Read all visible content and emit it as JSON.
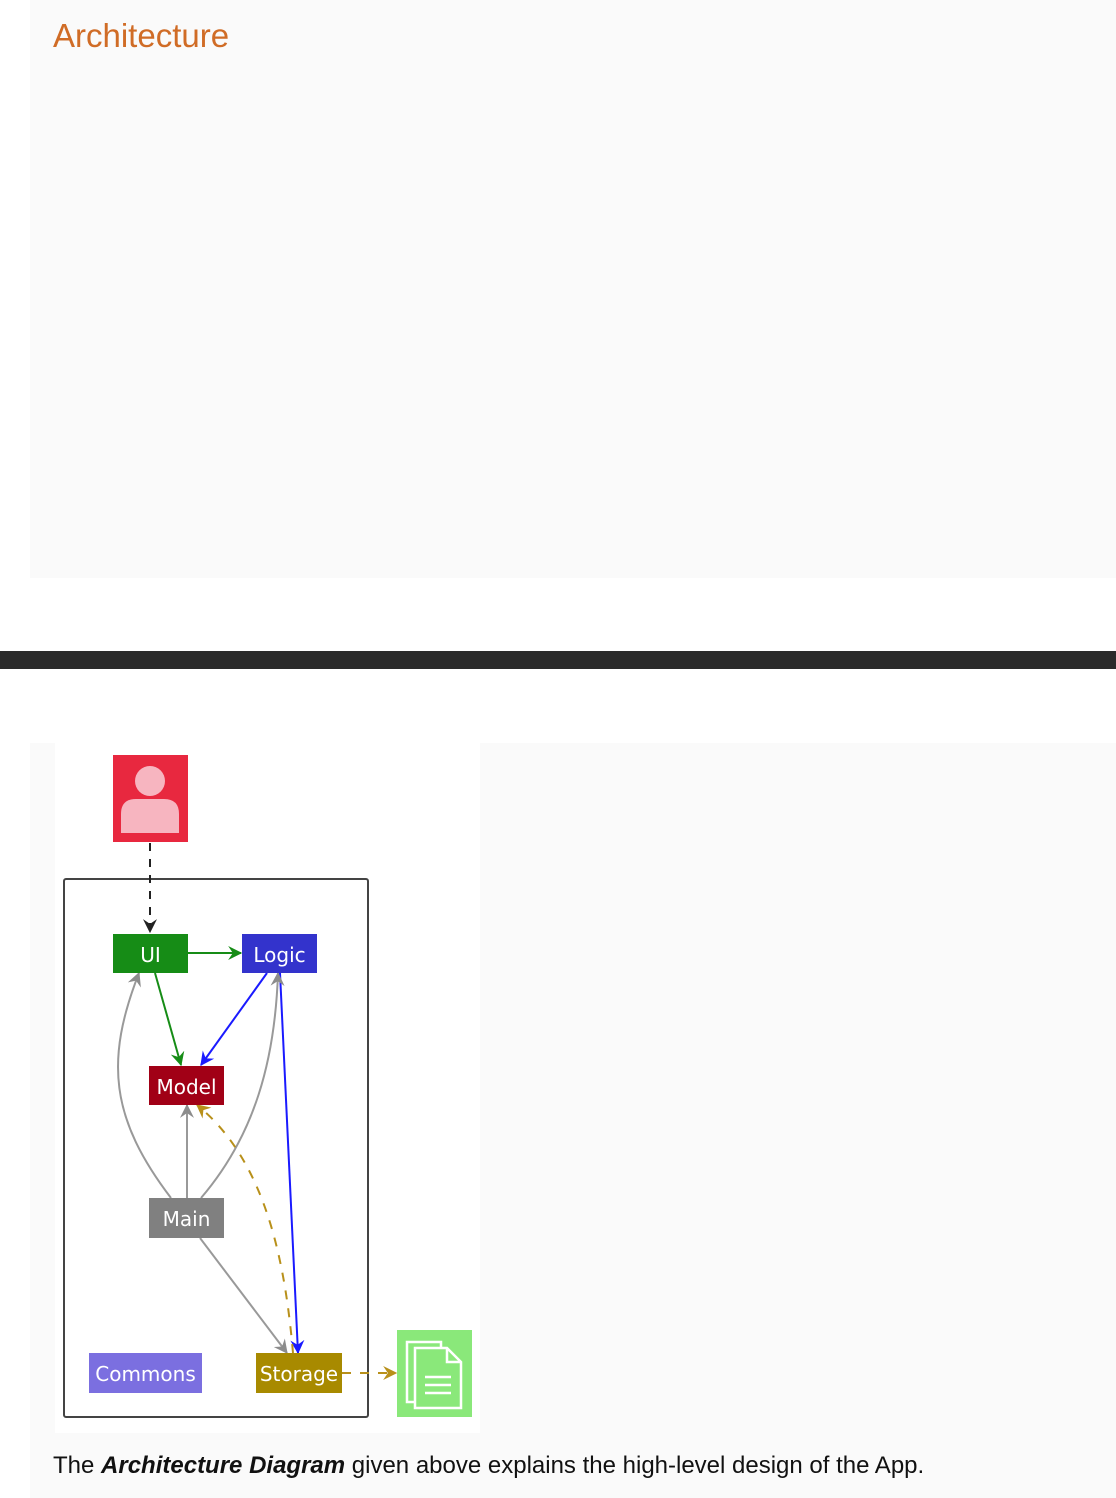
{
  "title": "Architecture",
  "diagram": {
    "nodes": {
      "ui": "UI",
      "logic": "Logic",
      "model": "Model",
      "main": "Main",
      "commons": "Commons",
      "storage": "Storage"
    },
    "icons": {
      "user": "user-icon",
      "file": "document-file-icon"
    },
    "colors": {
      "ui": "#168c16",
      "logic": "#3333cc",
      "model": "#a10016",
      "main": "#808080",
      "commons": "#7b6fe0",
      "storage": "#a88a00",
      "user": "#e8283f",
      "file": "#8ae87a"
    }
  },
  "caption": {
    "prefix": "The ",
    "emphasis": "Architecture Diagram",
    "suffix": " given above explains the high-level design of the App."
  }
}
